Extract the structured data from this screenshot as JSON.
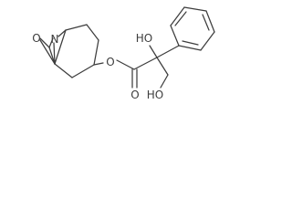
{
  "molecule": {
    "atoms": {
      "epoxide_oxygen": "O",
      "bridge_nitrogen": "N",
      "ester_oxygen": "O",
      "carbonyl_oxygen": "O",
      "alpha_hydroxyl": "HO",
      "primary_hydroxyl": "HO"
    },
    "colors": {
      "bond": "#3d3d3d",
      "label": "#3d3d3d",
      "background": "#ffffff"
    }
  }
}
